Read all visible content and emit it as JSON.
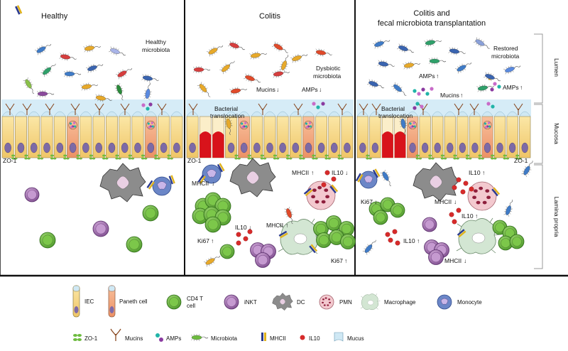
{
  "panels": {
    "healthy": {
      "title": "Healthy",
      "microbiota_line1": "Healthy",
      "microbiota_line2": "microbiota",
      "zo1": "ZO-1"
    },
    "colitis": {
      "title": "Colitis",
      "microbiota_line1": "Dysbiotic",
      "microbiota_line2": "microbiota",
      "mucins": "Mucins",
      "amps": "AMPs",
      "translocation_line1": "Bacterial",
      "translocation_line2": "translocation",
      "zo1": "ZO-1",
      "mhcii_left": "MHCII",
      "mhcii_mid": "MHCII",
      "mhcii_mac": "MHCII",
      "il10_top": "IL10",
      "il10_mid": "IL10",
      "ki67_left": "Ki67",
      "ki67_right": "Ki67"
    },
    "fmt": {
      "title_line1": "Colitis and",
      "title_line2": "fecal microbiota transplantation",
      "microbiota_line1": "Restored",
      "microbiota_line2": "microbiota",
      "amps_top": "AMPs",
      "amps_right": "AMPs",
      "mucins": "Mucins",
      "translocation_line1": "Bacterial",
      "translocation_line2": "translocation",
      "zo1": "ZO-1",
      "il10_top": "IL10",
      "il10_mid": "IL10",
      "il10_low": "IL10",
      "mhcii_mid": "MHCII",
      "mhcii_low": "MHCII",
      "ki67": "Ki67"
    }
  },
  "side_labels": {
    "lumen": "Lumen",
    "mucosa": "Mucosa",
    "lamina": "Lamina propria"
  },
  "arrows": {
    "up": "↑",
    "down": "↓"
  },
  "legend": {
    "iec": "IEC",
    "paneth": "Paneth cell",
    "cd4_line1": "CD4 T",
    "cd4_line2": "cell",
    "inkt": "iNKT",
    "dc": "DC",
    "pmn": "PMN",
    "macrophage": "Macrophage",
    "monocyte": "Monocyte",
    "zo1": "ZO-1",
    "mucins": "Mucins",
    "amps": "AMPs",
    "microbiota": "Microbiota",
    "mhcii": "MHCII",
    "il10": "IL10",
    "mucus": "Mucus"
  },
  "colors": {
    "iec": "#f7dc8e",
    "paneth": "#f3a97e",
    "mucus": "#cfe8f4",
    "cd4": "#6dbb3f",
    "inkt": "#9b6bab",
    "dc": "#8a8a8a",
    "pmn": "#f3c9cf",
    "macrophage": "#cfe3cf",
    "monocyte": "#6b86c7",
    "il10": "#d62b2b",
    "damage": "#d8131b"
  }
}
